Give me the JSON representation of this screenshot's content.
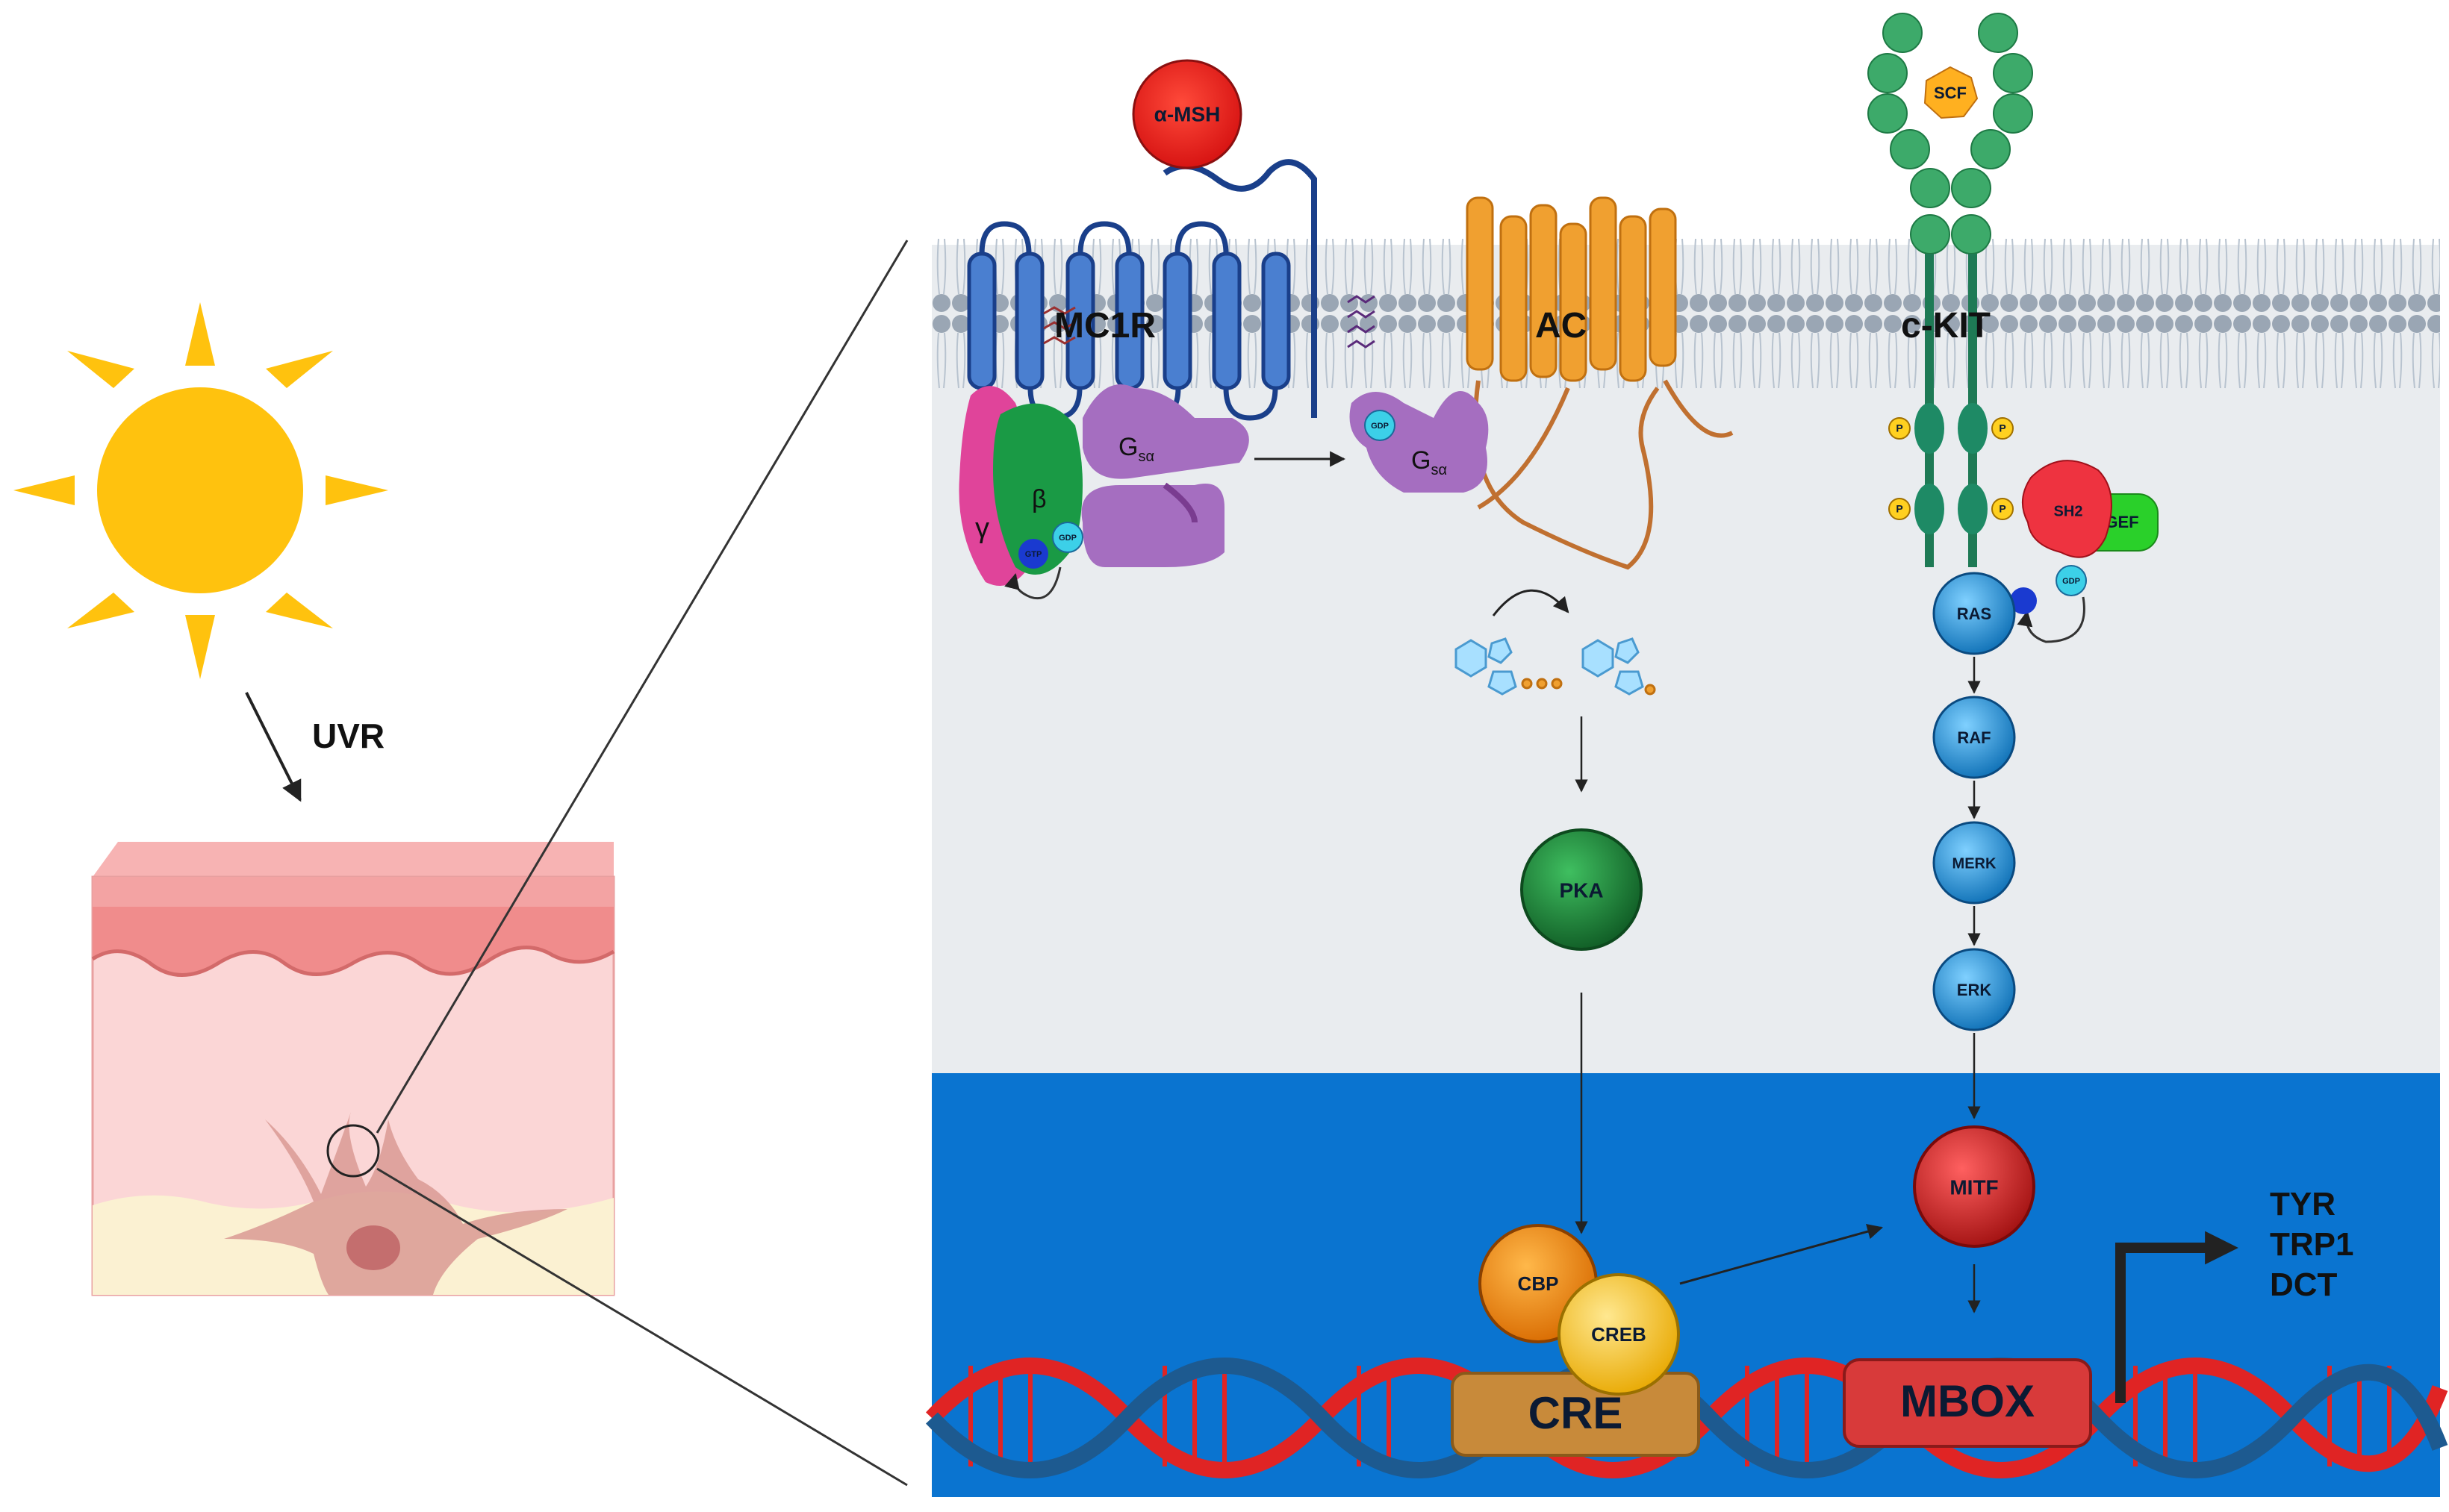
{
  "left": {
    "uv_label": "UVR"
  },
  "ligands": {
    "msh": "α-MSH",
    "scf": "SCF"
  },
  "receptors": {
    "mc1r": "MC1R",
    "ac": "AC",
    "ckit": "c-KIT"
  },
  "g_protein": {
    "gamma": "γ",
    "beta": "β",
    "g_alpha_main": "G",
    "g_alpha_sub": "sα",
    "gdp": "GDP",
    "gtp": "GTP"
  },
  "kit_signaling": {
    "p_label": "P",
    "sh2": "SH2",
    "gef": "GEF",
    "gdp": "GDP",
    "cascade": [
      "RAS",
      "RAF",
      "MERK",
      "ERK"
    ]
  },
  "camp_pathway": {
    "pka": "PKA",
    "cbp": "CBP",
    "creb": "CREB",
    "cre": "CRE"
  },
  "nucleus": {
    "mitf": "MITF",
    "mbox": "MBOX",
    "genes": [
      "TYR",
      "TRP1",
      "DCT"
    ]
  },
  "colors": {
    "sun": "#ffc20e",
    "nucleus": "#0a74d0",
    "cytoplasm": "#e9ecef",
    "msh": "#ee1c1c",
    "pka": "#1b8a3a",
    "cascade": "#1a9be0",
    "mitf": "#d42a2a",
    "cbp": "#f08a0a",
    "creb": "#ffc62a",
    "mc1r": "#4a7fd0",
    "ac": "#f0a030",
    "kit": "#3daa6a",
    "g_alpha": "#a56ec0"
  }
}
